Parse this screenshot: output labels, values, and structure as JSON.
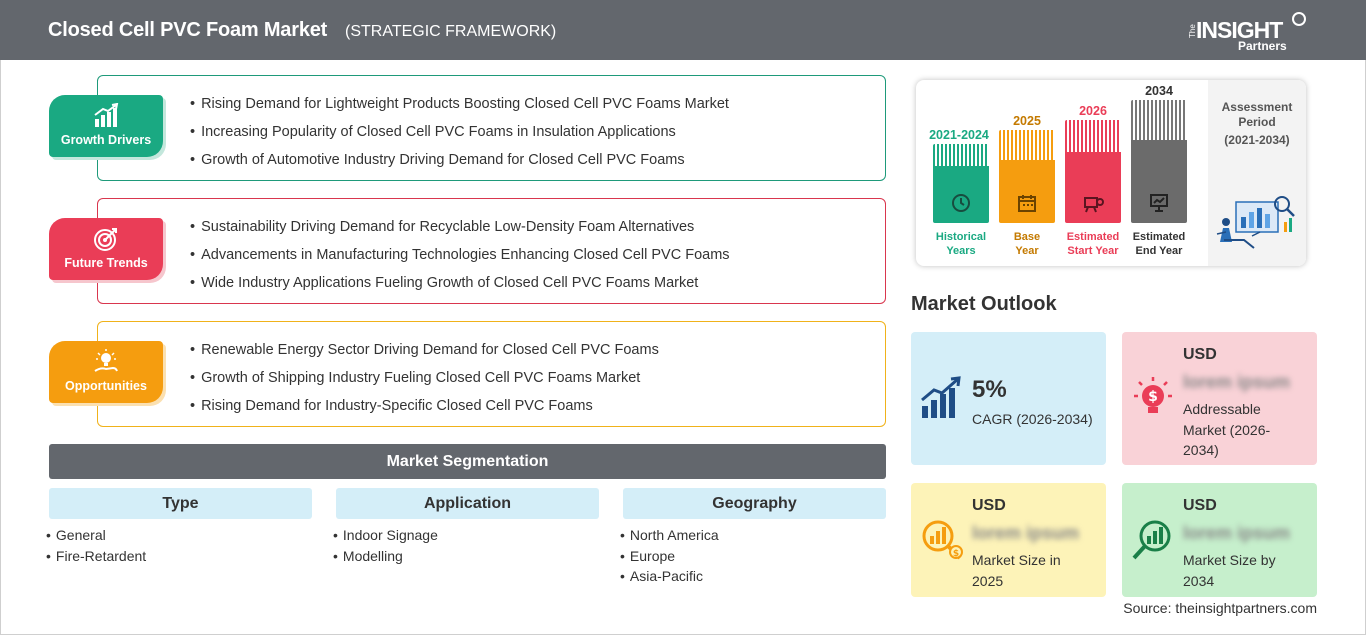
{
  "header": {
    "title": "Closed Cell PVC Foam Market",
    "subtitle": "(STRATEGIC FRAMEWORK)",
    "logo": {
      "the": "The",
      "insight": "INSIGHT",
      "partners": "Partners"
    }
  },
  "framework": {
    "growth_drivers": {
      "label": "Growth Drivers",
      "color": "#1aa982",
      "items": [
        "Rising Demand for Lightweight Products Boosting Closed Cell PVC Foams Market",
        "Increasing Popularity of Closed Cell PVC Foams in Insulation Applications",
        "Growth of Automotive Industry Driving Demand for Closed Cell PVC Foams"
      ]
    },
    "future_trends": {
      "label": "Future Trends",
      "color": "#ea3d57",
      "items": [
        "Sustainability Driving Demand for Recyclable Low-Density Foam Alternatives",
        "Advancements in Manufacturing Technologies Enhancing Closed Cell PVC Foams",
        "Wide Industry Applications Fueling Growth of Closed Cell PVC Foams Market"
      ]
    },
    "opportunities": {
      "label": "Opportunities",
      "color": "#f59d0f",
      "items": [
        "Renewable Energy Sector Driving Demand for Closed Cell PVC Foams",
        "Growth of Shipping Industry Fueling Closed Cell PVC Foams Market",
        "Rising Demand for Industry-Specific Closed Cell PVC Foams"
      ]
    }
  },
  "segmentation": {
    "title": "Market Segmentation",
    "columns": [
      {
        "header": "Type",
        "items": [
          "General",
          "Fire-Retardent"
        ]
      },
      {
        "header": "Application",
        "items": [
          "Indoor Signage",
          "Modelling"
        ]
      },
      {
        "header": "Geography",
        "items": [
          "North America",
          "Europe",
          "Asia-Pacific"
        ]
      }
    ]
  },
  "timeline": {
    "phases": [
      {
        "year": "2021-2024",
        "label": [
          "Historical",
          "Years"
        ],
        "color": "#1aa982",
        "icon": "history-icon"
      },
      {
        "year": "2025",
        "label": [
          "Base",
          "Year"
        ],
        "color": "#f59d0f",
        "icon": "calendar-icon"
      },
      {
        "year": "2026",
        "label": [
          "Estimated",
          "Start Year"
        ],
        "color": "#ea3d57",
        "icon": "projector-icon"
      },
      {
        "year": "2034",
        "label": [
          "Estimated",
          "End Year"
        ],
        "color": "#6b6b6b",
        "icon": "presentation-icon"
      }
    ],
    "assessment": {
      "line1": "Assessment",
      "line2": "Period",
      "range": "(2021-2034)"
    }
  },
  "outlook": {
    "title": "Market Outlook",
    "cagr": {
      "value": "5%",
      "desc": "CAGR (2026-2034)",
      "bg": "#d4eef8"
    },
    "addressable": {
      "currency": "USD",
      "value": "lorem ipsum",
      "desc": [
        "Addressable",
        "Market (2026-",
        "2034)"
      ],
      "bg": "#f9d2d7"
    },
    "size_2025": {
      "currency": "USD",
      "value": "lorem ipsum",
      "desc": [
        "Market Size in",
        "2025"
      ],
      "bg": "#fdf3b8"
    },
    "size_2034": {
      "currency": "USD",
      "value": "lorem ipsum",
      "desc": [
        "Market Size by",
        "2034"
      ],
      "bg": "#c6efcc"
    }
  },
  "source": "Source: theinsightpartners.com"
}
